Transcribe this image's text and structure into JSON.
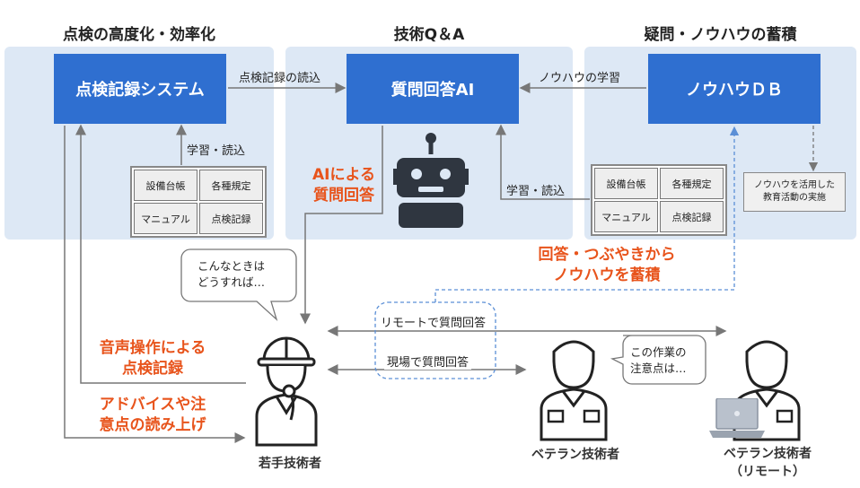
{
  "sections": {
    "left_title": "点検の高度化・効率化",
    "center_title": "技術Q＆A",
    "right_title": "疑問・ノウハウの蓄積"
  },
  "boxes": {
    "inspection_system": "点検記録システム",
    "qa_ai": "質問回答AI",
    "knowhow_db": "ノウハウＤＢ"
  },
  "left_grid": [
    "設備台帳",
    "各種規定",
    "マニュアル",
    "点検記録"
  ],
  "center_grid": [
    "設備台帳",
    "各種規定",
    "マニュアル",
    "点検記録"
  ],
  "labels": {
    "read_records": "点検記録の読込",
    "knowhow_learning": "ノウハウの学習",
    "learn_read_left": "学習・読込",
    "learn_read_center": "学習・読込",
    "remote_qa": "リモートで質問回答",
    "onsite_qa": "現場で質問回答",
    "db_note": "ノウハウを活用した\n教育活動の実施"
  },
  "callouts": {
    "ai_answer": "AIによる\n質問回答",
    "accumulate": "回答・つぶやきから\nノウハウを蓄積",
    "voice_record": "音声操作による\n点検記録",
    "advice_read": "アドバイスや注\n意点の読み上げ"
  },
  "bubbles": {
    "young": "こんなときは\nどうすれば…",
    "veteran": "この作業の\n注意点は…"
  },
  "people": {
    "young": "若手技術者",
    "veteran": "ベテラン技術者",
    "veteran_remote": "ベテラン技術者\n（リモート）"
  },
  "colors": {
    "panel": "#dde8f5",
    "box": "#2f6fd0",
    "accent": "#e8541c",
    "robot": "#2f3640"
  },
  "icons": [
    "robot-icon",
    "young-engineer-icon",
    "veteran-engineer-icon",
    "remote-veteran-icon",
    "laptop-icon"
  ]
}
